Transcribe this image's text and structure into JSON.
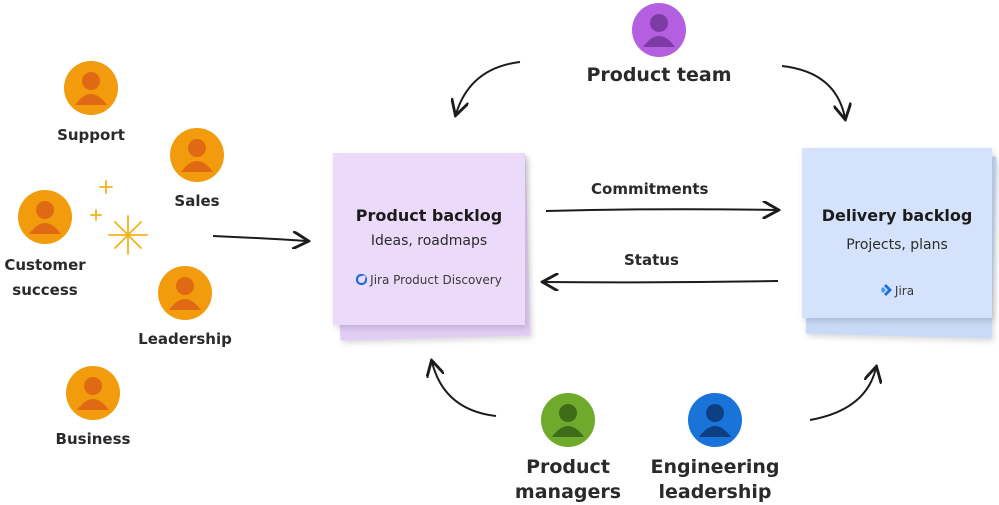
{
  "colors": {
    "stakeholder": "#f29b0c",
    "stakeholder_person": "#e06a14",
    "product_team": "#b35fe0",
    "product_team_person": "#7d3ba6",
    "product_managers": "#6faa2d",
    "product_managers_person": "#3f6c18",
    "engineering": "#1a73d8",
    "engineering_person": "#0d3f85",
    "product_backlog_note": "#ecdafa",
    "delivery_backlog_note": "#d4e3fb",
    "sparkle": "#f2b21b",
    "arrow": "#1c1c1c"
  },
  "stakeholders": {
    "support": "Support",
    "sales": "Sales",
    "customer_success_line1": "Customer",
    "customer_success_line2": "success",
    "leadership": "Leadership",
    "business": "Business"
  },
  "product_team": "Product team",
  "product_managers_line1": "Product",
  "product_managers_line2": "managers",
  "engineering_line1": "Engineering",
  "engineering_line2": "leadership",
  "product_backlog": {
    "title": "Product backlog",
    "subtitle": "Ideas, roadmaps",
    "brand": "Jira Product Discovery",
    "brand_icon": "jira-product-discovery-icon"
  },
  "delivery_backlog": {
    "title": "Delivery backlog",
    "subtitle": "Projects, plans",
    "brand": "Jira",
    "brand_icon": "jira-icon"
  },
  "arrows": {
    "commitments": "Commitments",
    "status": "Status"
  }
}
